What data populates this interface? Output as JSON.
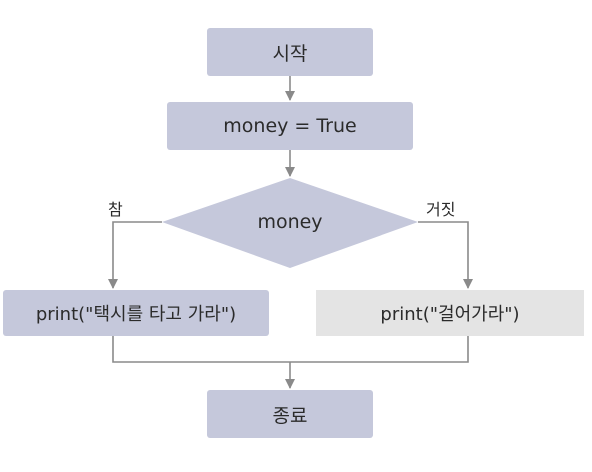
{
  "diagram": {
    "start": "시작",
    "assign": "money = True",
    "decision": "money",
    "branch_true_label": "참",
    "branch_false_label": "거짓",
    "true_action": "print(\"택시를 타고 가라\")",
    "false_action": "print(\"걸어가라\")",
    "end": "종료"
  },
  "colors": {
    "node_fill": "#c5c8db",
    "alt_fill": "#e4e4e4",
    "line": "#8a8a8a"
  }
}
